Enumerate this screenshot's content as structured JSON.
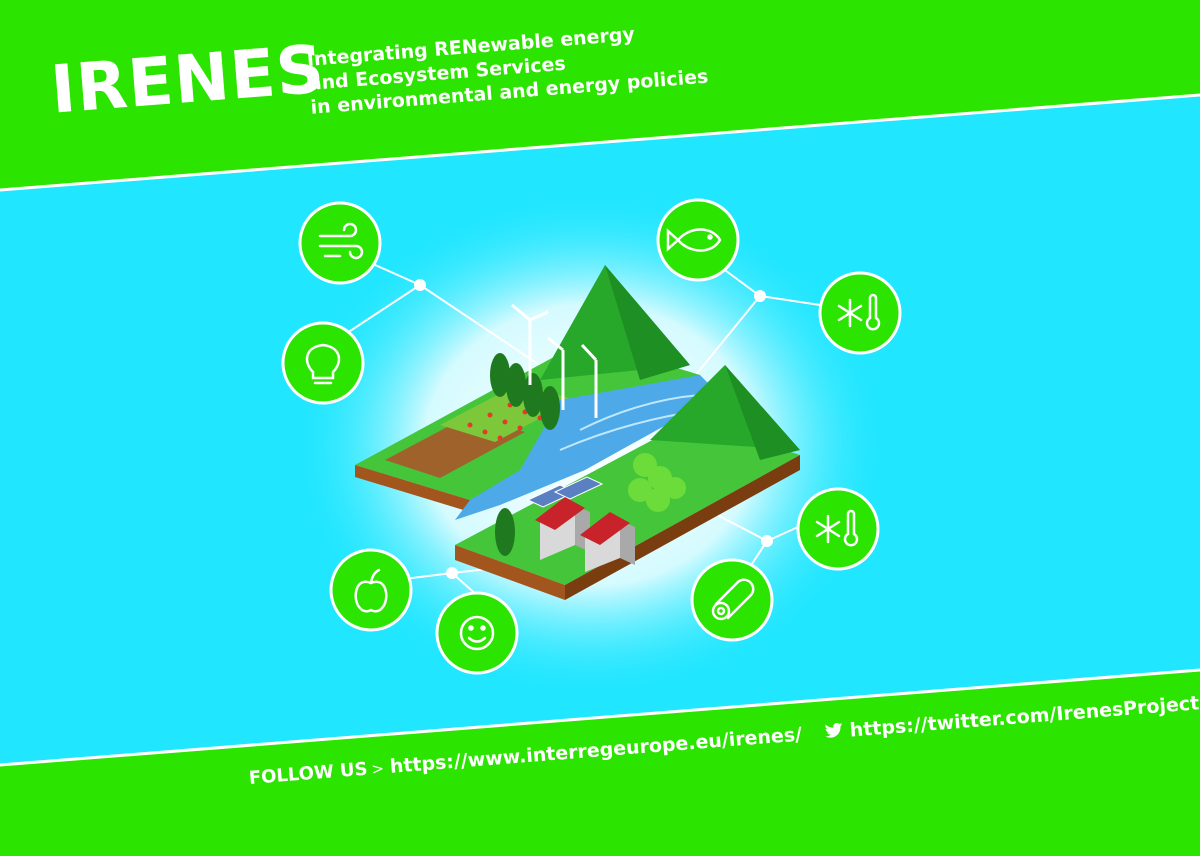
{
  "header": {
    "title": "IRENES",
    "subtitle_lines": [
      "Integrating RENewable energy",
      "and Ecosystem Services",
      "in environmental and energy policies"
    ]
  },
  "footer": {
    "follow_label": "FOLLOW US",
    "separator": ">",
    "website_url": "https://www.interregeurope.eu/irenes/",
    "twitter_url": "https://twitter.com/IrenesProject"
  },
  "icons": [
    "wind-icon",
    "lightbulb-icon",
    "fish-icon",
    "climate-icon",
    "apple-icon",
    "smiley-icon",
    "climate-icon",
    "wood-log-icon"
  ],
  "colors": {
    "green": "#2be400",
    "sky": "#20e6ff",
    "white": "#ffffff"
  }
}
